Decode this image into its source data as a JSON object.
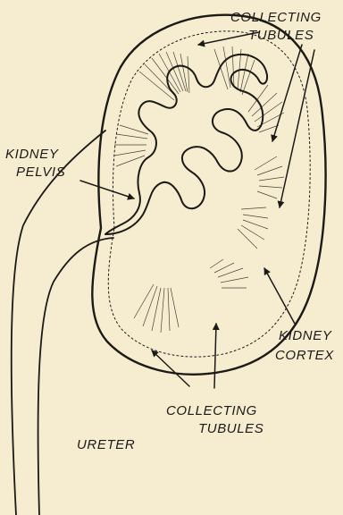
{
  "figure": {
    "colors": {
      "paper": "#f6ecd0",
      "ink": "#1c1a16"
    },
    "labels": {
      "collecting_tubules_top_line1": "COLLECTING",
      "collecting_tubules_top_line2": "TUBULES",
      "kidney_pelvis_line1": "KIDNEY",
      "kidney_pelvis_line2": "PELVIS",
      "kidney_cortex_line1": "KIDNEY",
      "kidney_cortex_line2": "CORTEX",
      "collecting_tubules_bottom_line1": "COLLECTING",
      "collecting_tubules_bottom_line2": "TUBULES",
      "ureter": "URETER"
    }
  }
}
